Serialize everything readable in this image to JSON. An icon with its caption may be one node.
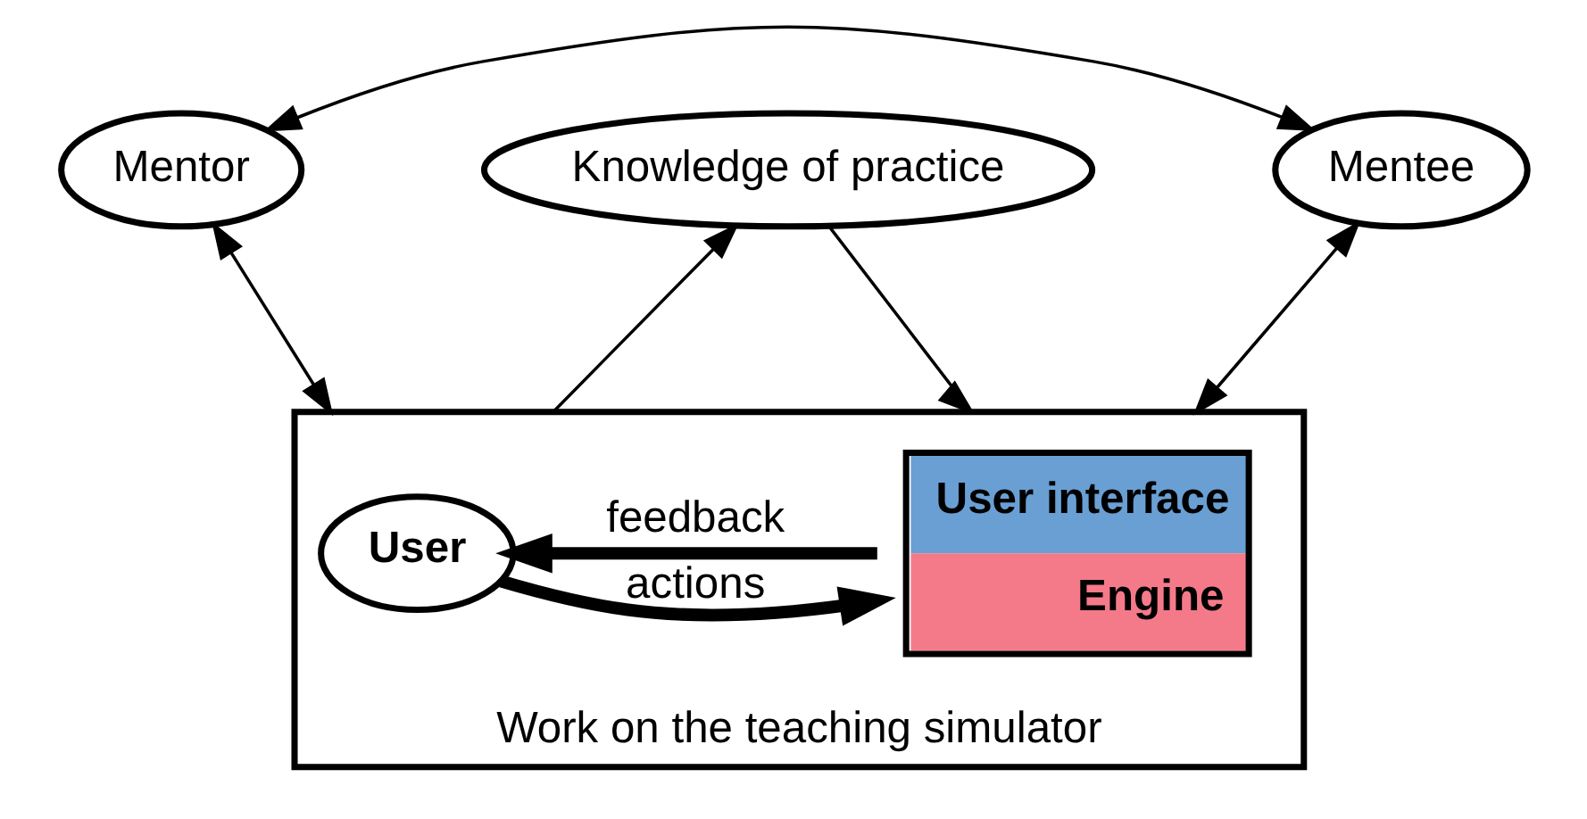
{
  "diagram": {
    "nodes": [
      {
        "text": [
          "Mentor"
        ]
      },
      {
        "text": [
          "Mentee"
        ]
      },
      {
        "text": [
          "Work on the teaching simulator"
        ]
      },
      {
        "text": [
          "User"
        ],
        "in": 2
      },
      {
        "text": [
          "User interface",
          "Engine"
        ],
        "in": 2
      },
      {
        "text": [
          "Knowledge of practice"
        ]
      }
    ],
    "edges": [
      {
        "from": 0,
        "to": 1,
        "arrow": "both"
      },
      {
        "from": 0,
        "to": 2,
        "arrow": "both"
      },
      {
        "from": 1,
        "to": 2,
        "arrow": "both"
      },
      {
        "from": 3,
        "to": 4,
        "arrow": "to",
        "label": "actions",
        "style": "thick"
      },
      {
        "from": 4,
        "to": 3,
        "arrow": "to",
        "label": "feedback",
        "style": "thick"
      },
      {
        "from": 2,
        "to": 5,
        "arrow": "to"
      },
      {
        "from": 5,
        "to": 2,
        "arrow": "to"
      }
    ]
  }
}
